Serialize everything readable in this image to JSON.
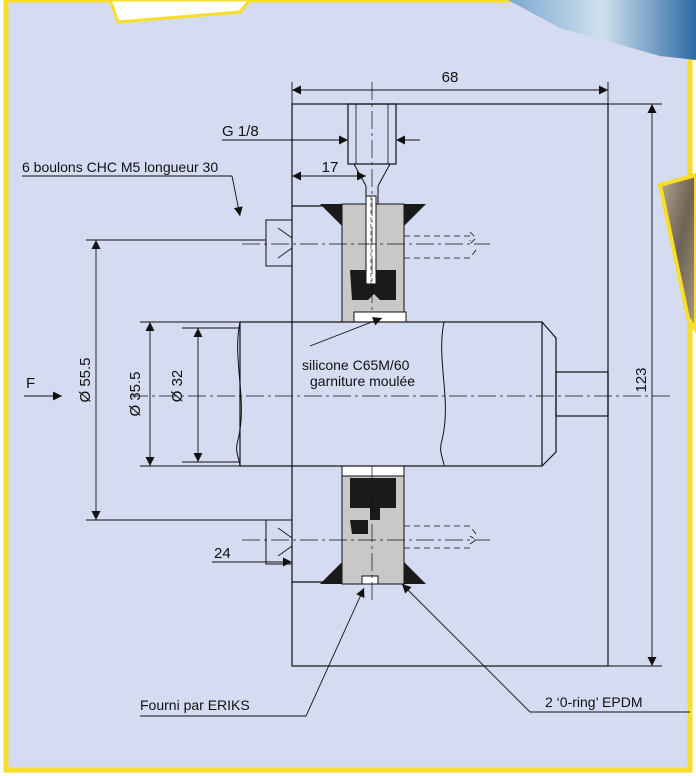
{
  "colors": {
    "background": "#d5dbf0",
    "frame": "#f6de29",
    "seal_gray": "#c8c8c8",
    "seal_black": "#1a1a1a",
    "line": "#111111"
  },
  "dimensions": {
    "width_overall": "68",
    "thread": "G 1/8",
    "offset_17": "17",
    "height_overall": "123",
    "dia_55": "Ø 55.5",
    "dia_35": "Ø 35.5",
    "dia_32": "Ø 32",
    "offset_24": "24"
  },
  "labels": {
    "bolts": "6 boulons CHC M5 longueur 30",
    "force": "F",
    "silicone_line1": "silicone C65M/60",
    "silicone_line2": "garniture moulée",
    "supplier": "Fourni par ERIKS",
    "orings": "2 ‘0-ring’ EPDM"
  }
}
